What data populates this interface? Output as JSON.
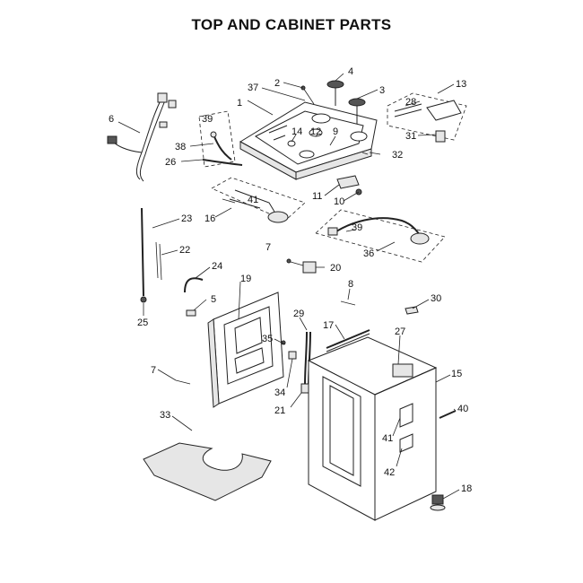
{
  "title": "TOP AND CABINET PARTS",
  "callouts": {
    "c1": "1",
    "c2": "2",
    "c3": "3",
    "c4": "4",
    "c5": "5",
    "c6": "6",
    "c7a": "7",
    "c7b": "7",
    "c8": "8",
    "c9": "9",
    "c10": "10",
    "c11": "11",
    "c12": "12",
    "c13": "13",
    "c14": "14",
    "c15": "15",
    "c16": "16",
    "c17": "17",
    "c18": "18",
    "c19": "19",
    "c20": "20",
    "c21": "21",
    "c22": "22",
    "c23": "23",
    "c24": "24",
    "c25": "25",
    "c26": "26",
    "c27": "27",
    "c28": "28",
    "c29": "29",
    "c30": "30",
    "c31": "31",
    "c32": "32",
    "c33": "33",
    "c34": "34",
    "c35": "35",
    "c36": "36",
    "c37": "37",
    "c38": "38",
    "c39a": "39",
    "c39b": "39",
    "c40": "40",
    "c41a": "41",
    "c41b": "41",
    "c42": "42"
  }
}
